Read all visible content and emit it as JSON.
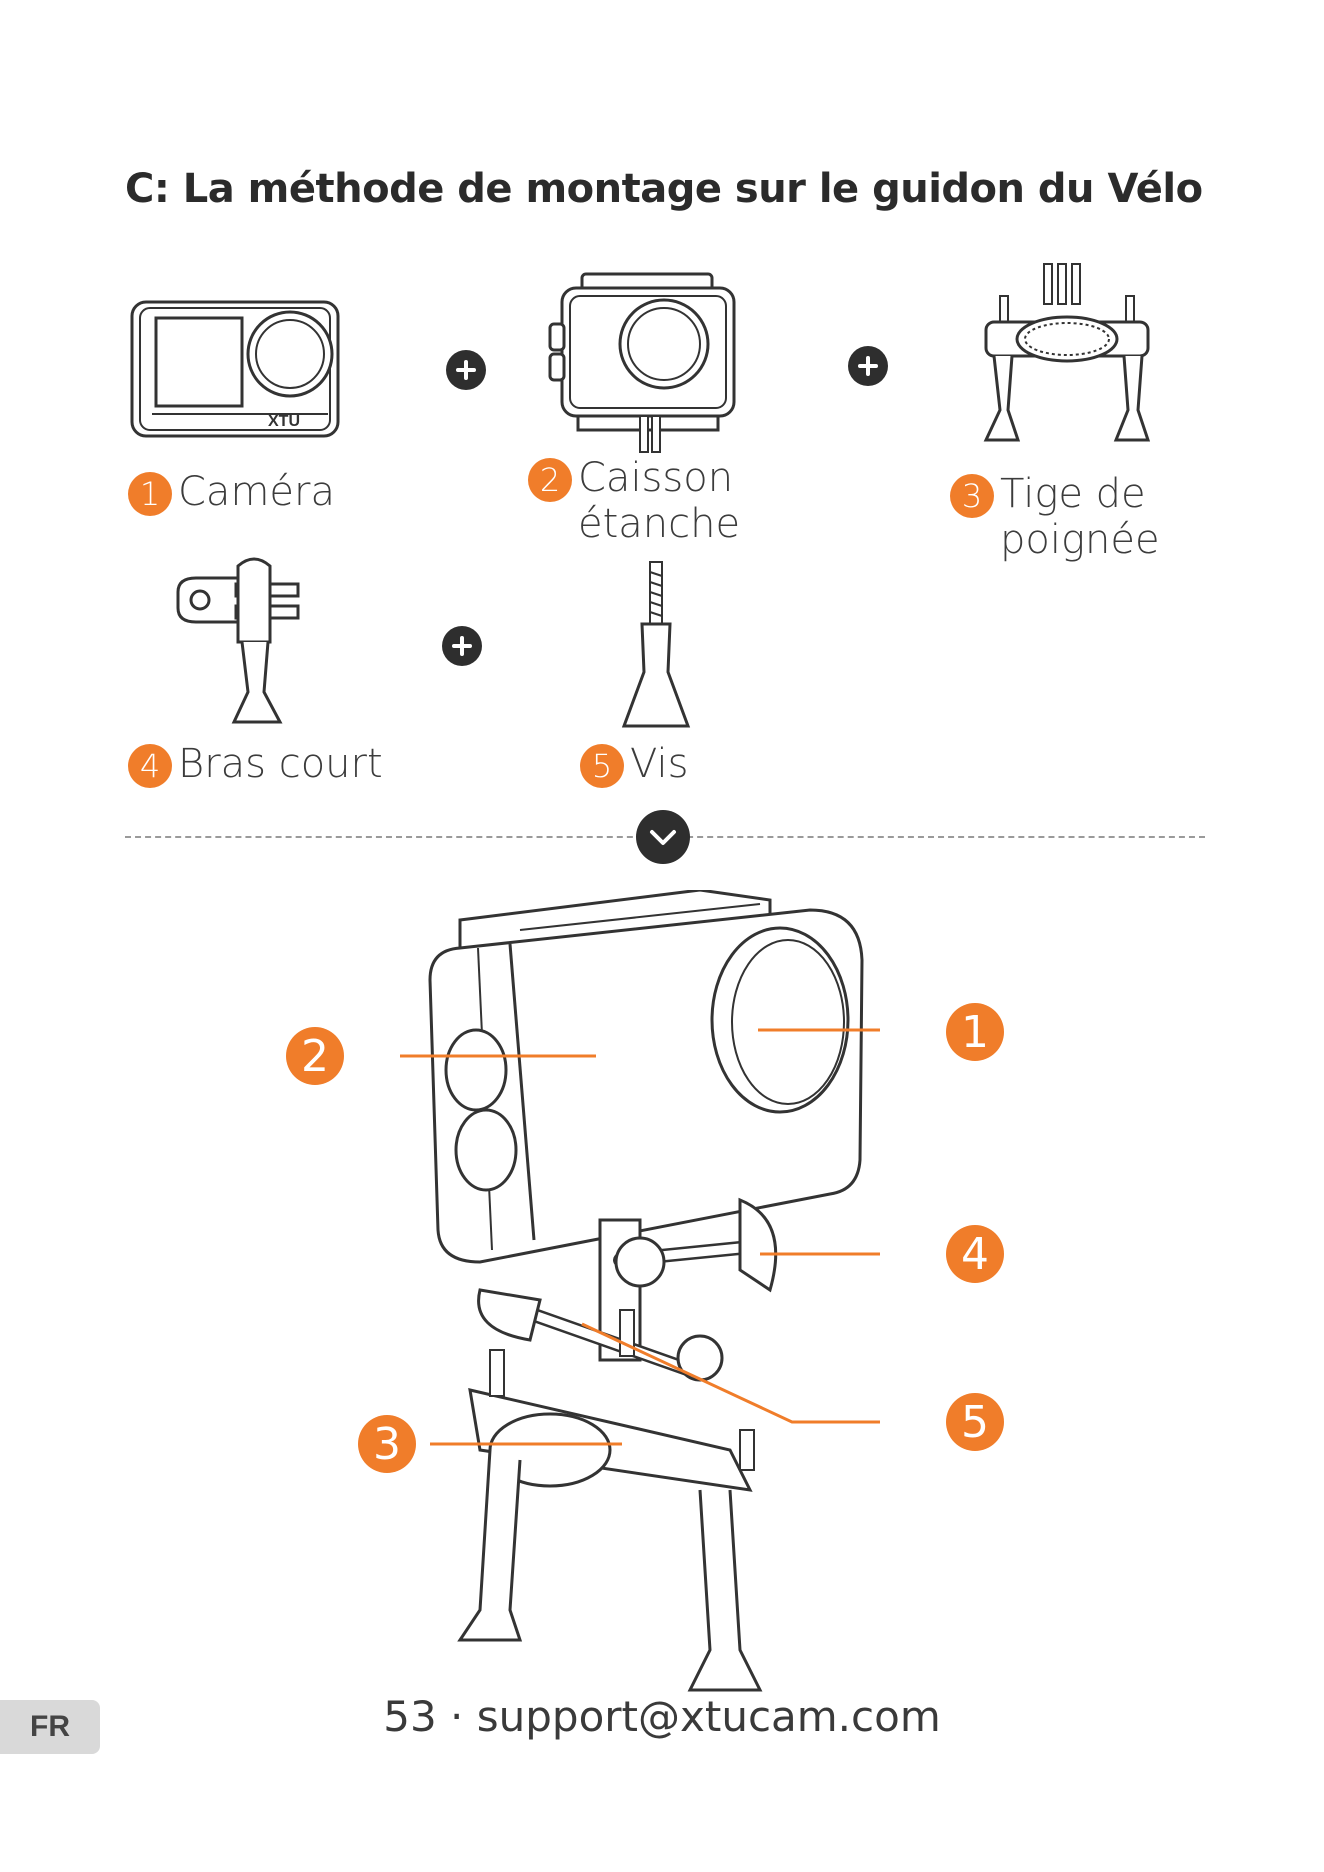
{
  "title": "C: La méthode de montage sur le guidon du Vélo",
  "parts": [
    {
      "num": "1",
      "line1": "Caméra",
      "line2": ""
    },
    {
      "num": "2",
      "line1": "Caisson",
      "line2": "étanche"
    },
    {
      "num": "3",
      "line1": "Tige de",
      "line2": "poignée"
    },
    {
      "num": "4",
      "line1": "Bras court",
      "line2": ""
    },
    {
      "num": "5",
      "line1": "Vis",
      "line2": ""
    }
  ],
  "camera_brand": "XTU",
  "callouts": [
    "1",
    "2",
    "3",
    "4",
    "5"
  ],
  "footer": "53 · support@xtucam.com",
  "language_tab": "FR",
  "colors": {
    "accent": "#f07d2a",
    "dark": "#2e2e2e"
  }
}
